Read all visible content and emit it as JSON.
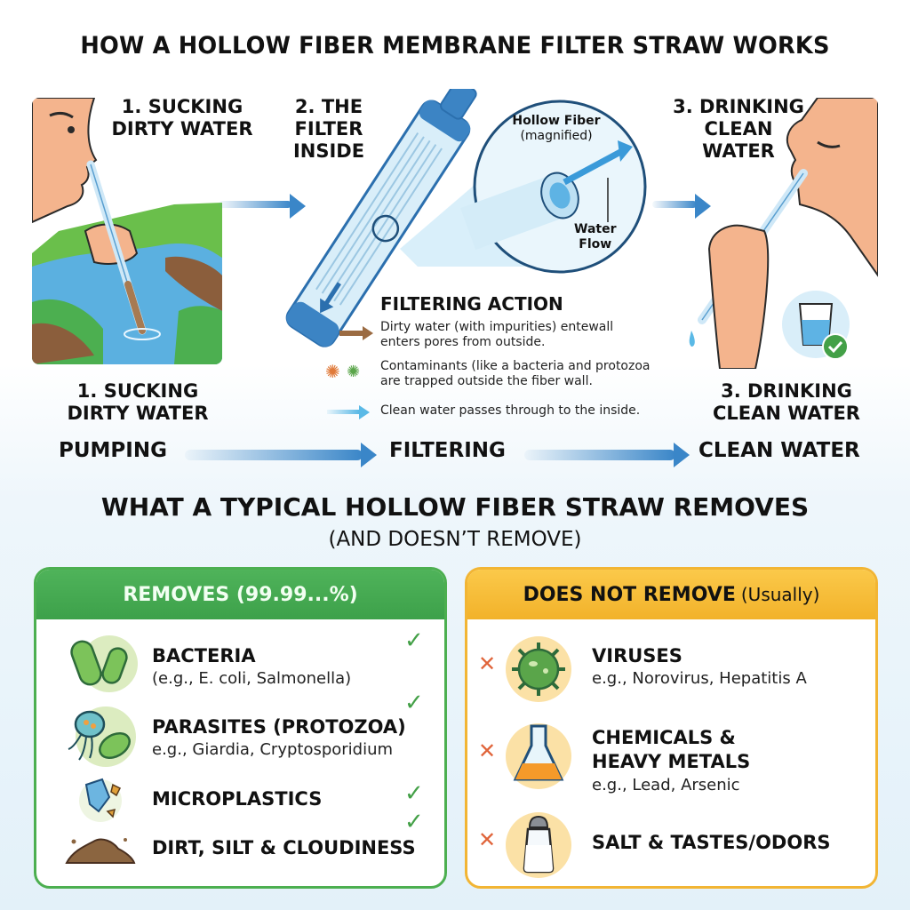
{
  "title": "HOW A HOLLOW FIBER MEMBRANE FILTER STRAW WORKS",
  "steps": {
    "step1": {
      "label_top": [
        "1. SUCKING",
        "DIRTY WATER"
      ],
      "label_bottom": [
        "1. SUCKING",
        "DIRTY WATER"
      ]
    },
    "step2": {
      "label_top": [
        "2. THE",
        "FILTER",
        "INSIDE"
      ]
    },
    "step3": {
      "label_top": [
        "3. DRINKING",
        "CLEAN",
        "WATER"
      ],
      "label_bottom": [
        "3. DRINKING",
        "CLEAN WATER"
      ]
    }
  },
  "magnifier": {
    "title": "Hollow Fiber",
    "subtitle": "(magnified)",
    "flow_label": [
      "Water",
      "Flow"
    ]
  },
  "filtering_action": {
    "title": "FILTERING ACTION",
    "items": [
      {
        "icon": "brown-arrow-icon",
        "lines": [
          "Dirty water (with impurities) entewall",
          "enters pores from outside."
        ]
      },
      {
        "icon": "microbe-icon",
        "lines": [
          "Contaminants (like a bacteria and protozoa",
          "are trapped outside the fiber wall."
        ]
      },
      {
        "icon": "blue-arrow-icon",
        "lines": [
          "Clean water passes through to the inside."
        ]
      }
    ]
  },
  "flow": {
    "words": [
      "PUMPING",
      "FILTERING",
      "CLEAN WATER"
    ]
  },
  "section2": {
    "title": "WHAT A TYPICAL HOLLOW FIBER STRAW REMOVES",
    "subtitle": "(AND DOESN’T REMOVE)"
  },
  "removes": {
    "header": "REMOVES (99.99...%)",
    "color": "#43a047",
    "items": [
      {
        "name": "BACTERIA",
        "example": "(e.g., E. coli, Salmonella)",
        "icon": "bacteria-icon",
        "status": "check"
      },
      {
        "name": "PARASITES (PROTOZOA)",
        "example": "e.g., Giardia, Cryptosporidium",
        "icon": "parasite-icon",
        "status": "check"
      },
      {
        "name": "MICROPLASTICS",
        "example": "",
        "icon": "microplastics-icon",
        "status": "check"
      },
      {
        "name": "DIRT, SILT & CLOUDINESS",
        "example": "",
        "icon": "dirt-icon",
        "status": "check"
      }
    ]
  },
  "not_removes": {
    "header": "DOES NOT REMOVE",
    "header_note": "(Usually)",
    "color": "#f2b534",
    "items": [
      {
        "name": "VIRUSES",
        "example": "e.g., Norovirus, Hepatitis A",
        "icon": "virus-icon",
        "status": "cross"
      },
      {
        "name_lines": [
          "CHEMICALS &",
          "HEAVY METALS"
        ],
        "example": "e.g., Lead, Arsenic",
        "icon": "flask-icon",
        "status": "cross"
      },
      {
        "name": "SALT & TASTES/ODORS",
        "example": "",
        "icon": "salt-shaker-icon",
        "status": "cross"
      }
    ]
  },
  "symbols": {
    "check": "✓",
    "cross": "✕"
  }
}
